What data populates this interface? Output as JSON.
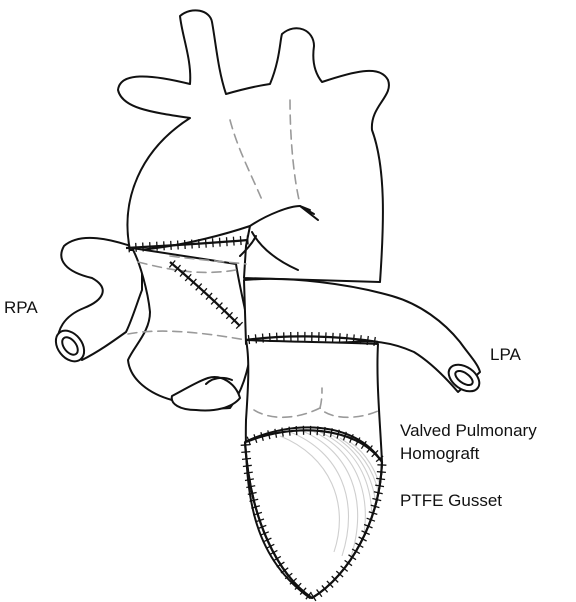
{
  "labels": {
    "rpa": "RPA",
    "lpa": "LPA",
    "valved_homograft_line1": "Valved Pulmonary",
    "valved_homograft_line2": "Homograft",
    "ptfe_gusset": "PTFE Gusset"
  },
  "colors": {
    "outline": "#111111",
    "dashed_line": "#9a9a9a",
    "gusset_hatch": "#cfcfcf",
    "background": "#ffffff"
  }
}
